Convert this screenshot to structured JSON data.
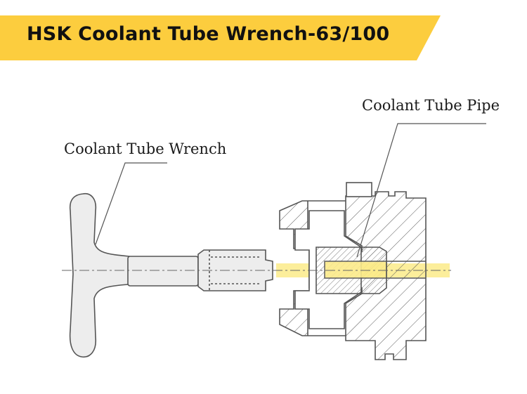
{
  "header": {
    "title": "HSK Coolant Tube Wrench-63/100",
    "accent_color": "#FCCD3E"
  },
  "diagram": {
    "labels": {
      "wrench": "Coolant Tube Wrench",
      "pipe": "Coolant Tube Pipe"
    },
    "highlight_color": "#FCEB8A",
    "line_color": "#5a5a5a"
  }
}
